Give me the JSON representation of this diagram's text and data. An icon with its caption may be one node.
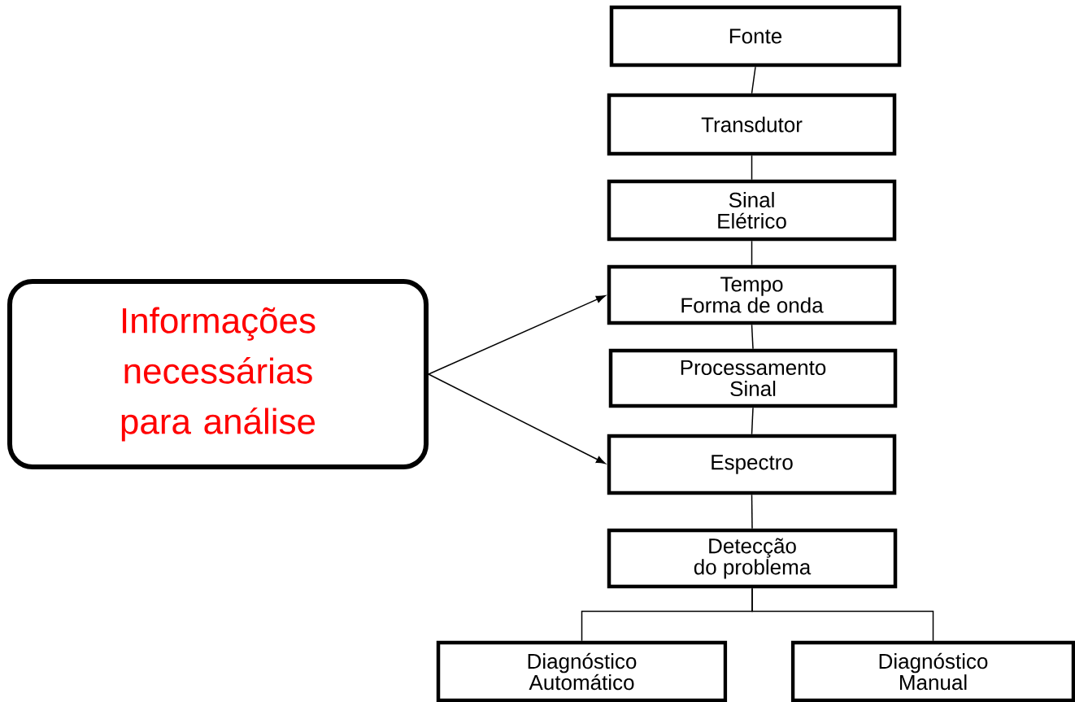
{
  "diagram": {
    "nodes": [
      {
        "text": [
          "Informações necessárias para análise"
        ]
      },
      {
        "text": [
          "Fonte"
        ]
      },
      {
        "text": [
          "Transdutor"
        ]
      },
      {
        "text": [
          "Sinal",
          "Elétrico"
        ]
      },
      {
        "text": [
          "Tempo",
          "Forma de onda"
        ]
      },
      {
        "text": [
          "Processamento",
          "Sinal"
        ]
      },
      {
        "text": [
          "Espectro"
        ]
      },
      {
        "text": [
          "Detecção",
          "do problema"
        ]
      },
      {
        "text": [
          "Diagnóstico",
          "Automático"
        ]
      },
      {
        "text": [
          "Diagnóstico",
          "Manual"
        ]
      }
    ],
    "edges": [
      {
        "from": 1,
        "to": 2,
        "arrow": "none"
      },
      {
        "from": 2,
        "to": 3,
        "arrow": "none"
      },
      {
        "from": 3,
        "to": 4,
        "arrow": "none"
      },
      {
        "from": 4,
        "to": 5,
        "arrow": "none"
      },
      {
        "from": 5,
        "to": 6,
        "arrow": "none"
      },
      {
        "from": 6,
        "to": 7,
        "arrow": "none"
      },
      {
        "from": 7,
        "to": 8,
        "arrow": "none"
      },
      {
        "from": 7,
        "to": 9,
        "arrow": "none"
      },
      {
        "from": 0,
        "to": 4,
        "arrow": "to"
      },
      {
        "from": 0,
        "to": 6,
        "arrow": "to"
      }
    ]
  }
}
